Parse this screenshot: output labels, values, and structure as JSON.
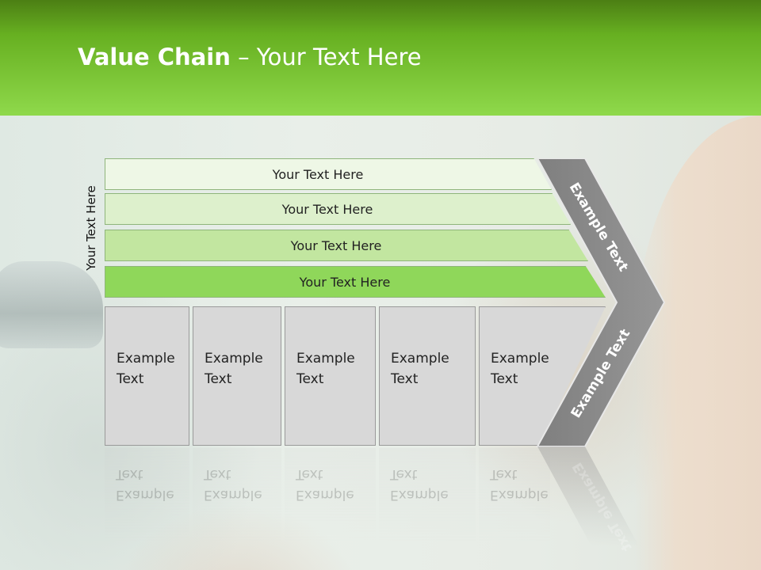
{
  "header": {
    "title_bold": "Value Chain",
    "title_rest": " – Your Text Here"
  },
  "vertical_label": "Your Text Here",
  "bars": [
    {
      "label": "Your Text Here"
    },
    {
      "label": "Your Text Here"
    },
    {
      "label": "Your Text Here"
    },
    {
      "label": "Your Text Here"
    }
  ],
  "boxes": [
    {
      "label": "Example Text"
    },
    {
      "label": "Example Text"
    },
    {
      "label": "Example Text"
    },
    {
      "label": "Example Text"
    },
    {
      "label": "Example Text"
    }
  ],
  "chevron": {
    "top_label": "Example Text",
    "bottom_label": "Example Text"
  },
  "colors": {
    "header_dark": "#4c7f14",
    "header_light": "#8fd94b",
    "chevron_gray": "#8a8a8a",
    "box_gray": "#d8d8d8",
    "bar_darkest": "#8fd75a"
  }
}
